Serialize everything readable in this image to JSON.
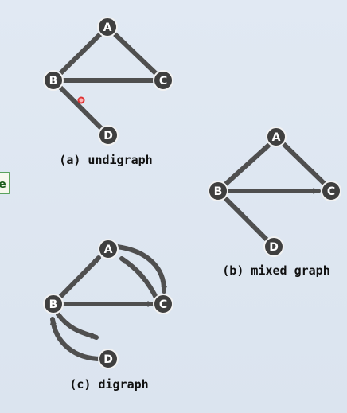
{
  "captions": {
    "undigraph": "(a) undigraph",
    "mixed": "(b) mixed graph",
    "digraph": "(c) digraph"
  },
  "side_box_text": "e",
  "nodes": {
    "A": "A",
    "B": "B",
    "C": "C",
    "D": "D"
  },
  "graphs": {
    "undigraph": {
      "edges": [
        {
          "from": "A",
          "to": "B",
          "directed": false
        },
        {
          "from": "A",
          "to": "C",
          "directed": false
        },
        {
          "from": "B",
          "to": "C",
          "directed": false
        },
        {
          "from": "B",
          "to": "D",
          "directed": false
        }
      ]
    },
    "mixed": {
      "edges": [
        {
          "from": "B",
          "to": "A",
          "directed": true
        },
        {
          "from": "A",
          "to": "C",
          "directed": false
        },
        {
          "from": "B",
          "to": "C",
          "directed": true
        },
        {
          "from": "B",
          "to": "D",
          "directed": false
        }
      ]
    },
    "digraph": {
      "edges": [
        {
          "from": "B",
          "to": "A",
          "directed": true
        },
        {
          "from": "B",
          "to": "C",
          "directed": true
        },
        {
          "from": "A",
          "to": "C",
          "directed": true
        },
        {
          "from": "C",
          "to": "A",
          "directed": true
        },
        {
          "from": "B",
          "to": "D",
          "directed": true
        },
        {
          "from": "D",
          "to": "B",
          "directed": true
        }
      ]
    }
  },
  "colors": {
    "background": "#dde6f0",
    "node_fill": "#3f3f3f",
    "edge": "#4f4f4f",
    "side_box_border": "#2e8b2e",
    "cursor": "#e02020"
  }
}
